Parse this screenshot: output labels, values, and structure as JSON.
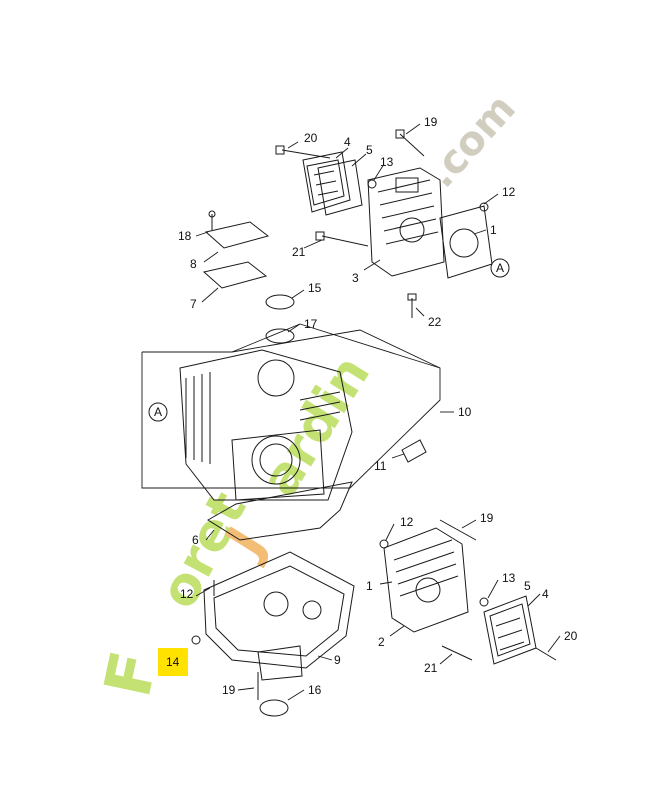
{
  "diagram": {
    "callouts": [
      "1",
      "2",
      "3",
      "4",
      "5",
      "6",
      "7",
      "8",
      "9",
      "10",
      "11",
      "12",
      "13",
      "14",
      "15",
      "16",
      "17",
      "18",
      "19",
      "20",
      "21",
      "22"
    ],
    "reference_mark": "A",
    "highlighted_callout": "14",
    "highlight_color": "#ffe200"
  },
  "watermark": {
    "text": "ForetJardin.com",
    "color_green": "#b9dd5a",
    "color_orange": "#f3b25e",
    "color_grey": "#c9c4b4"
  }
}
